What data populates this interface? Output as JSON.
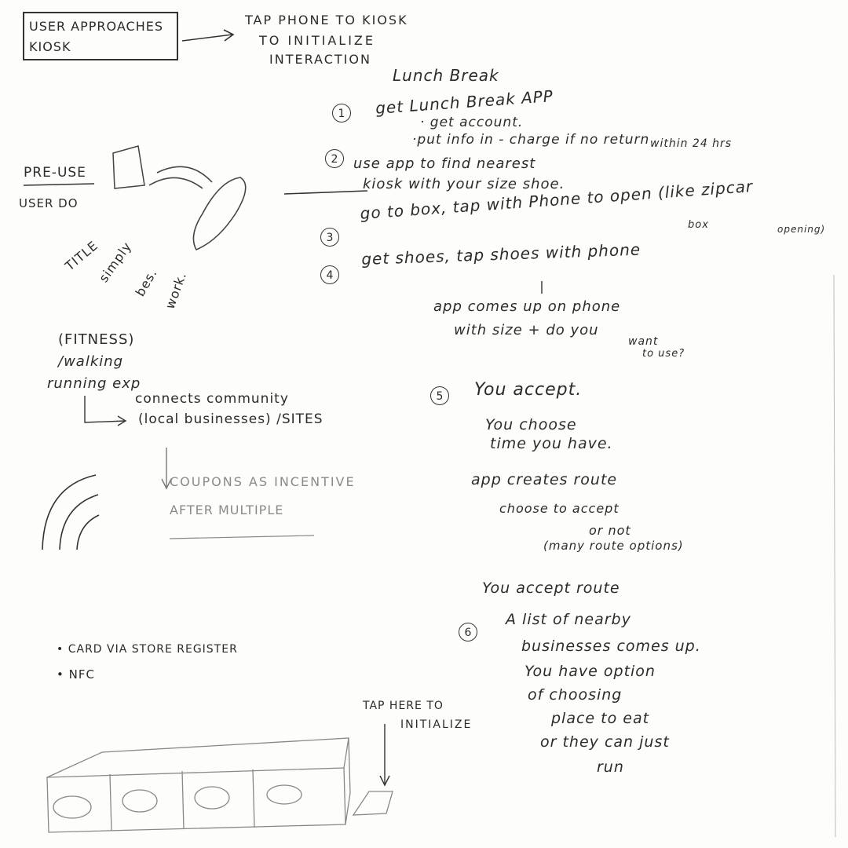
{
  "header": {
    "start_box": "USER APPROACHES KIOSK",
    "start_box_lines": [
      "USER APPROACHES",
      "KIOSK"
    ],
    "tap_note": [
      "TAP PHONE TO KIOSK",
      "TO INITIALIZE",
      "INTERACTION"
    ],
    "title": "Lunch Break"
  },
  "left_notes": {
    "pre_use": "PRE-USE",
    "user_do": "USER DO",
    "title_words": [
      "TITLE",
      "simply",
      "bes.",
      "work."
    ],
    "fitness": "(FITNESS)",
    "walking": "/walking",
    "running": "running exp",
    "connects": "connects community",
    "local_businesses": "(local businesses) /SITES",
    "coupons": "COUPONS AS INCENTIVE",
    "after_multiple": "AFTER MULTIPLE"
  },
  "steps": [
    {
      "number": "1",
      "lines": [
        "get Lunch Break APP",
        "· get account.",
        "·put info in - charge if no return",
        "within 24 hrs"
      ]
    },
    {
      "number": "2",
      "lines": [
        "use app to find nearest",
        "kiosk with your size shoe."
      ]
    },
    {
      "number": "3",
      "lines": [
        "go to box, tap with Phone to open (like zipcar",
        "box",
        "opening)"
      ]
    },
    {
      "number": "4",
      "lines": [
        "get shoes, tap shoes with phone"
      ]
    }
  ],
  "app_comes_up": [
    "app comes up on phone",
    "with size + do you",
    "want",
    "to use?"
  ],
  "step5": {
    "number": "5",
    "lines": [
      "You accept.",
      "You choose",
      "time you have.",
      "app creates route",
      "choose to accept",
      "or not",
      "(many route options)",
      "You accept route"
    ]
  },
  "step6": {
    "number": "6",
    "lines": [
      "A list of nearby",
      "businesses comes up.",
      "You have option",
      "of choosing",
      "place to eat",
      "or they can just",
      "run"
    ]
  },
  "payment": {
    "card": "CARD VIA STORE REGISTER",
    "nfc": "NFC"
  },
  "kiosk": {
    "tap_here": [
      "TAP HERE TO",
      "INITIALIZE"
    ]
  },
  "colors": {
    "ink": "#2b2b2b",
    "pencil": "#8a8a8a",
    "paper": "#fdfdfb"
  }
}
